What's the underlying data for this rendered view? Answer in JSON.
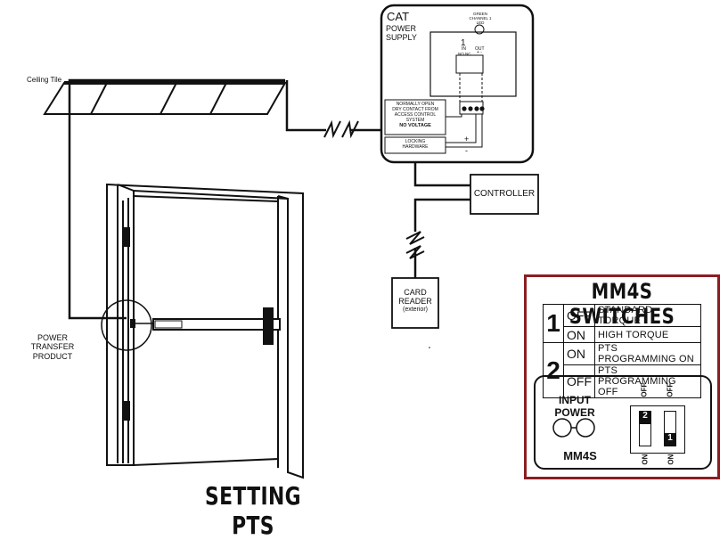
{
  "labels": {
    "ceiling_tile": "Ceiling Tile",
    "power_transfer_line1": "POWER",
    "power_transfer_line2": "TRANSFER",
    "power_transfer_line3": "PRODUCT",
    "cat": "CAT",
    "power_supply_line1": "POWER",
    "power_supply_line2": "SUPPLY",
    "green_channel": "GREEN",
    "channel_1": "CHANNEL 1",
    "led": "LED",
    "relay_num": "1",
    "relay_in": "IN",
    "relay_out": "OUT",
    "relay_contacts": "NO NC",
    "relay_polarity": "+ -",
    "dry_contact_line1": "NORMALLY OPEN",
    "dry_contact_line2": "DRY CONTACT FROM",
    "dry_contact_line3": "ACCESS CONTROL",
    "dry_contact_line4": "SYSTEM",
    "dry_contact_line5": "NO VOLTAGE",
    "locking_line1": "LOCKING",
    "locking_line2": "HARDWARE",
    "plus": "+",
    "minus": "-",
    "controller": "CONTROLLER",
    "card_reader_line1": "CARD",
    "card_reader_line2": "READER",
    "card_reader_line3": "(exterior)",
    "footer_title": "SETTING PTS"
  },
  "mm4s": {
    "title": "MM4S SWITCHES",
    "rows": [
      {
        "switch": "1",
        "position": "OFF",
        "description": "STANDARD TORQUE"
      },
      {
        "switch": "",
        "position": "ON",
        "description": "HIGH TORQUE"
      },
      {
        "switch": "2",
        "position": "ON",
        "description": "PTS PROGRAMMING ON"
      },
      {
        "switch": "",
        "position": "OFF",
        "description": "PTS PROGRAMMING OFF"
      }
    ],
    "input_power_line1": "INPUT",
    "input_power_line2": "POWER",
    "device_name": "MM4S",
    "off_label_1": "OFF",
    "off_label_2": "OFF",
    "on_label_1": "ON",
    "on_label_2": "ON",
    "switch_2_num": "2",
    "switch_1_num": "1"
  },
  "colors": {
    "panel_border": "#8b1e22",
    "line": "#111111"
  }
}
